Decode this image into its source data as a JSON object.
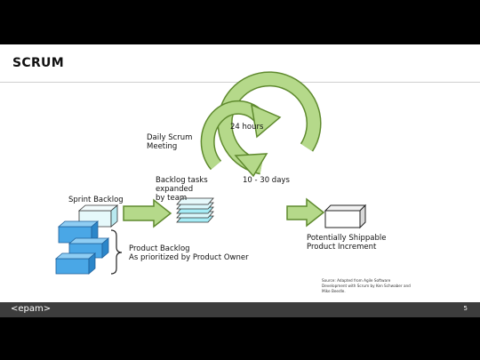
{
  "slide": {
    "title": "SCRUM"
  },
  "diagram": {
    "daily_scrum": [
      "Daily Scrum",
      "Meeting"
    ],
    "hours": "24 hours",
    "backlog_tasks": [
      "Backlog tasks",
      "expanded",
      "by team"
    ],
    "days": "10 - 30 days",
    "sprint_backlog": "Sprint Backlog",
    "product_backlog": [
      "Product Backlog",
      "As prioritized by Product Owner"
    ],
    "increment": [
      "Potentially Shippable",
      "Product Increment"
    ],
    "source": [
      "Source: Adapted from Agile Software",
      "Development with Scrum by Ken Schwaber and",
      "Mike Beedle."
    ]
  },
  "footer": {
    "logo": "<epam>",
    "page_number": "5"
  },
  "colors": {
    "green_fill": "#b5d98a",
    "green_stroke": "#5f8a2e",
    "blue_fill": "#4aa7e6",
    "light_cyan_fill": "#e6f9fb",
    "footer_bg": "#3d3d3d"
  }
}
